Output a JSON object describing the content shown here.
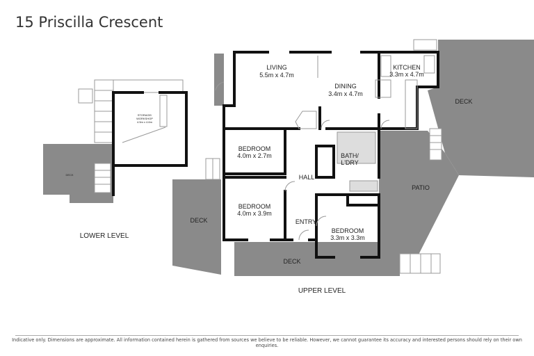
{
  "title": "15 Priscilla Crescent",
  "levels": {
    "lower": {
      "label": "LOWER LEVEL",
      "rooms": [
        {
          "name": "STORAGE/",
          "name2": "WORKSHOP",
          "dims": "4.5m x 4.6m"
        },
        {
          "name": "DECK"
        }
      ]
    },
    "upper": {
      "label": "UPPER LEVEL",
      "rooms": [
        {
          "name": "LIVING",
          "dims": "5.5m x 4.7m"
        },
        {
          "name": "DINING",
          "dims": "3.4m x 4.7m"
        },
        {
          "name": "KITCHEN",
          "dims": "3.3m x 4.7m"
        },
        {
          "name": "BEDROOM",
          "dims": "4.0m x 2.7m"
        },
        {
          "name": "BEDROOM",
          "dims": "4.0m x 3.9m"
        },
        {
          "name": "BEDROOM",
          "dims": "3.3m x 3.3m"
        },
        {
          "name": "BATH/",
          "name2": "L'DRY"
        },
        {
          "name": "HALL"
        },
        {
          "name": "ENTRY"
        },
        {
          "name": "DECK"
        },
        {
          "name": "DECK"
        },
        {
          "name": "DECK"
        },
        {
          "name": "PATIO"
        }
      ]
    }
  },
  "colors": {
    "deck": "#8a8a8a",
    "wall": "#111111"
  },
  "disclaimer": "Indicative only. Dimensions are approximate. All information contained herein is gathered from sources we believe to be reliable. However, we cannot guarantee its accuracy and interested persons should rely on their own enquiries."
}
